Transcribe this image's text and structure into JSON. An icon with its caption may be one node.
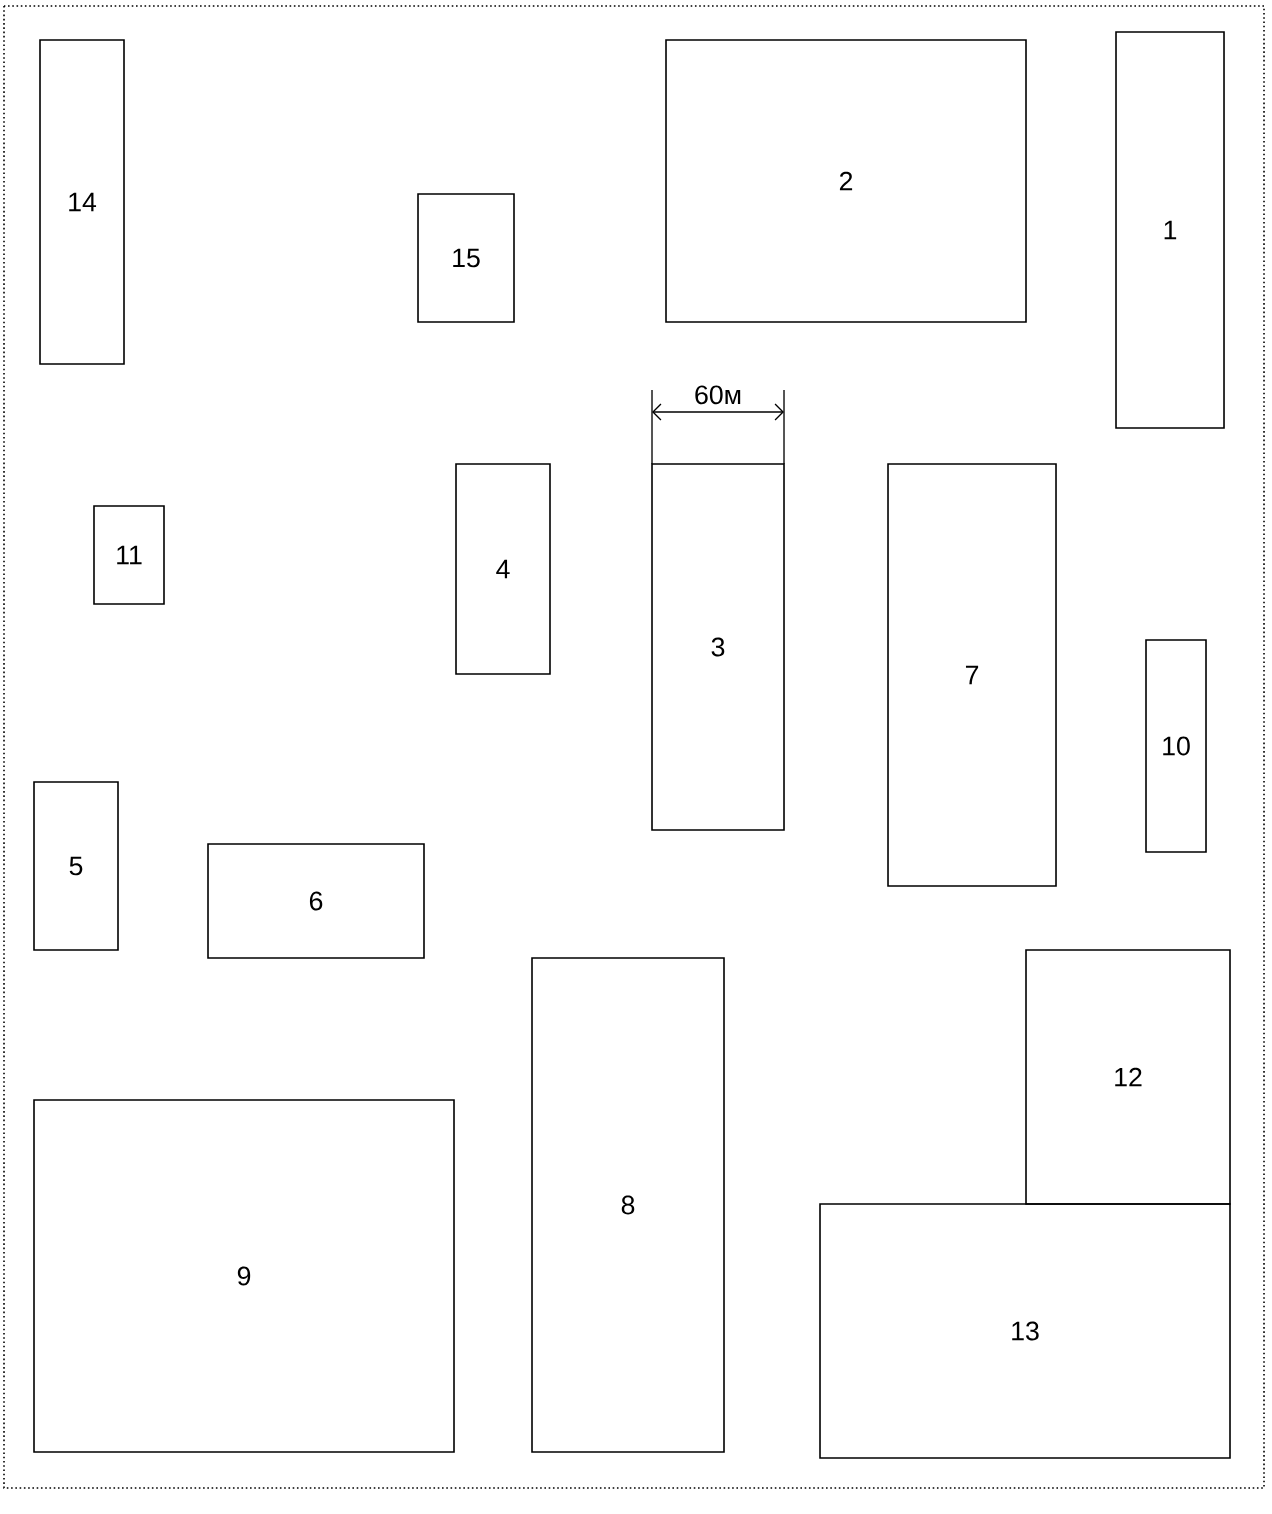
{
  "diagram": {
    "nodes": [
      {
        "text": [
          "1"
        ]
      },
      {
        "text": [
          "2"
        ]
      },
      {
        "text": [
          "14"
        ]
      },
      {
        "text": [
          "15"
        ]
      },
      {
        "text": [
          "4"
        ]
      },
      {
        "text": [
          "3"
        ]
      },
      {
        "text": [
          "7"
        ]
      },
      {
        "text": [
          "11"
        ]
      },
      {
        "text": [
          "10"
        ]
      },
      {
        "text": [
          "5"
        ]
      },
      {
        "text": [
          "6"
        ]
      },
      {
        "text": [
          "12"
        ]
      },
      {
        "text": [
          "8"
        ]
      },
      {
        "text": [
          "9"
        ]
      },
      {
        "text": [
          "13"
        ]
      }
    ],
    "labels": [
      "60м"
    ]
  }
}
